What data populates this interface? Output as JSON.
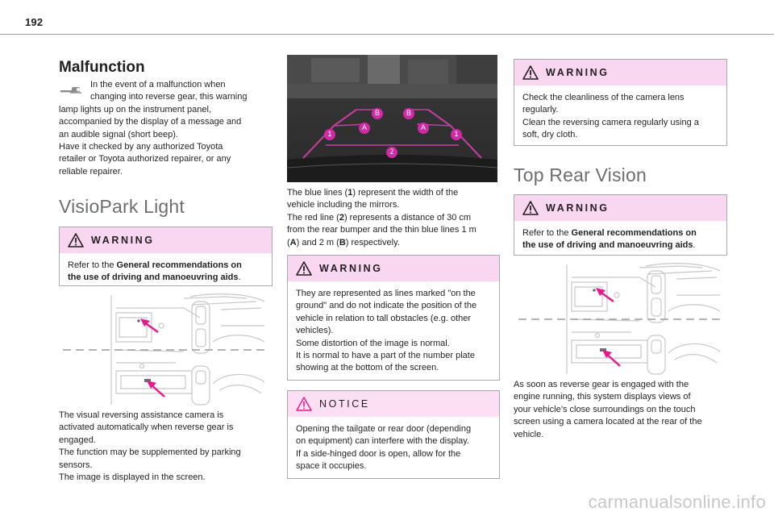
{
  "page": {
    "number": "192"
  },
  "col1": {
    "malfunction_heading": "Malfunction",
    "malfunction_lines": [
      "In the event of a malfunction when",
      "changing into reverse gear, this warning",
      "lamp lights up on the instrument panel,",
      "accompanied by the display of a message and",
      "an audible signal (short beep).",
      "Have it checked by any authorized Toyota",
      "retailer or Toyota authorized repairer, or any",
      "reliable repairer."
    ],
    "visiopark_heading": "VisioPark Light",
    "warning": {
      "title": "WARNING",
      "text_prefix": "Refer to the ",
      "text_bold_1": "General recommendations on",
      "text_bold_2": "the use of driving and manoeuvring aids",
      "text_suffix": "."
    },
    "visual_lines": [
      "The visual reversing assistance camera is",
      "activated automatically when reverse gear is",
      "engaged.",
      "The function may be supplemented by parking",
      "sensors.",
      "The image is displayed in the screen."
    ]
  },
  "col2": {
    "camera_labels": {
      "b": "B",
      "a": "A",
      "one": "1",
      "two": "2"
    },
    "blue_lines": {
      "l1_pre": "The blue lines (",
      "l1_b": "1",
      "l1_post": ") represent the width of the",
      "l2": "vehicle including the mirrors.",
      "l3_pre": "The red line (",
      "l3_b": "2",
      "l3_post": ") represents a distance of 30 cm",
      "l4": "from the rear bumper and the thin blue lines 1 m",
      "l5_p1": "(",
      "l5_a": "A",
      "l5_p2": ") and 2 m (",
      "l5_b": "B",
      "l5_p3": ") respectively."
    },
    "warning": {
      "title": "WARNING",
      "lines": [
        "They are represented as lines marked \"on the",
        "ground\" and do not indicate the position of the",
        "vehicle in relation to tall obstacles (e.g. other",
        "vehicles).",
        "Some distortion of the image is normal.",
        "It is normal to have a part of the number plate",
        "showing at the bottom of the screen."
      ]
    },
    "notice": {
      "title": "NOTICE",
      "lines": [
        "Opening the tailgate or rear door (depending",
        "on equipment) can interfere with the display.",
        "If a side-hinged door is open, allow for the",
        "space it occupies."
      ]
    }
  },
  "col3": {
    "warning_clean": {
      "title": "WARNING",
      "lines": [
        "Check the cleanliness of the camera lens",
        "regularly.",
        "Clean the reversing camera regularly using a",
        "soft, dry cloth."
      ]
    },
    "top_rear_heading": "Top Rear Vision",
    "warning_refer": {
      "title": "WARNING",
      "text_prefix": "Refer to the ",
      "text_bold_1": "General recommendations on",
      "text_bold_2": "the use of driving and manoeuvring aids",
      "text_suffix": "."
    },
    "soon_lines": [
      "As soon as reverse gear is engaged with the",
      "engine running, this system displays views of",
      "your vehicle’s close surroundings on the touch",
      "screen using a camera located at the rear of the",
      "vehicle."
    ]
  },
  "footer": {
    "watermark": "carmanualsonline.info"
  },
  "colors": {
    "warning_bg": "#fad7f0",
    "accent_pink": "#e8178a",
    "guide_blue": "#d22aa6",
    "heading_grey": "#6d6e71"
  }
}
